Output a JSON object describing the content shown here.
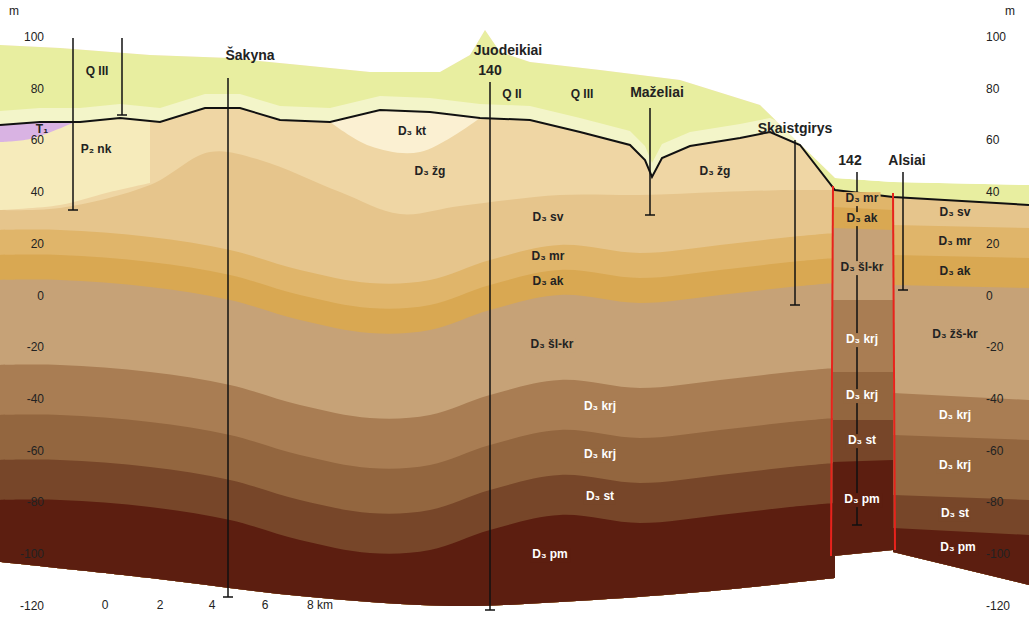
{
  "diagram": {
    "labels": [
      "m",
      "100",
      "80",
      "60",
      "40",
      "20",
      "0",
      "-20",
      "-40",
      "-60",
      "-80",
      "-100",
      "-120",
      "m",
      "100",
      "80",
      "60",
      "40",
      "20",
      "0",
      "-20",
      "-40",
      "-60",
      "-80",
      "-100",
      "-120",
      "Šakyna",
      "Juodeikiai",
      "140",
      "Maželiai",
      "Skaistgirys",
      "142",
      "Alsiai",
      "Q III",
      "T₁",
      "P₂ nk",
      "D₃ kt",
      "Q II",
      "Q III",
      "D₃ žg",
      "D₃ žg",
      "D₃ sv",
      "D₃ mr",
      "D₃ ak",
      "D₃ šl-kr",
      "D₃ krj",
      "D₃ krj",
      "D₃ st",
      "D₃ pm",
      "D₃ mr",
      "D₃ ak",
      "D₃ šl-kr",
      "D₃ krj",
      "D₃ krj",
      "D₃ st",
      "D₃ pm",
      "D₃ sv",
      "D₃ mr",
      "D₃ ak",
      "D₃ žš-kr",
      "D₃ krj",
      "D₃ krj",
      "D₃ st",
      "D₃ pm",
      "0",
      "2",
      "4",
      "6",
      "8 km"
    ]
  }
}
